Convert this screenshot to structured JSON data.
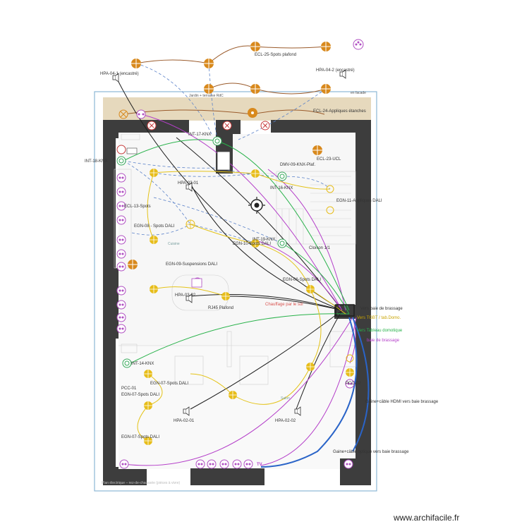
{
  "plan": {
    "labels": {
      "hpa04_1": "HPA-04-1 (encastré)",
      "hpa04_2": "HPA-04-2 (encastré)",
      "ecl25": "ECL-25-Spots plafond",
      "jardin": "Jardin + terrasse RdC",
      "en_facade": "en facade",
      "ecl24": "ECL-24-Appliques étanches",
      "int17": "INT-17-KNX",
      "int18": "INT-18-KNX",
      "dmv": "DMV-09-KNX-Plaf.",
      "ecl23": "ECL-23-UCL",
      "hpa03_01": "HPA-03-01",
      "int16": "INT-16-KNX",
      "egn11": "EGN-11-Appliques DALI",
      "ecl13": "ECL-13-Spots",
      "egn08": "EGN-08 - Spots DALI",
      "int19": "INT-19-KNX",
      "egn10": "EGN-10-Spots DALI",
      "cuisine": "Cuisine",
      "cloison": "Cloison 1/1",
      "egn09": "EGN-09-Suspensions DALI",
      "egn06": "EGN-06-Spots DALI",
      "hpa03_02": "HPA-03-02",
      "rj45": "RJ45 Plafond",
      "chauffage": "Chauffage par le sol",
      "vers_baie": "Vers baie de brassage",
      "vers_tableau_elec": "Vers TGBT / tab.Domo.",
      "vers_tableau_domo": "Vers Tableau domotique",
      "baie_brassage": "baie de brassage",
      "int14": "INT-14-KNX",
      "egn07a": "EGN-07-Spots DALI",
      "pcc01": "PCC-01",
      "egn07b": "EGN-07-Spots DALI",
      "salon": "Salon",
      "pcc02": "PCC-02",
      "hpa02_01": "HPA-02-01",
      "hpa02_02": "HPA-02-02",
      "gaine_hdmi": "Gaine+câble HDMI vers baie brassage",
      "egn07c": "EGN-07-Spots DALI",
      "gaine_optique": "Gaine+câble optique vers baie brassage",
      "tv": "TV",
      "footer_note": "Plan électrique – rez-de-chaussée (pièces à vivre)"
    },
    "colors": {
      "wall": "#3d3d3d",
      "terrace": "#e6d9bd",
      "light_fixture": "#e7bd1a",
      "exterior_fixture": "#d8891d",
      "socket": "#b04fc2",
      "knx_switch": "#37a85b",
      "dashed_blue": "#5b82c9",
      "wire_black": "#1e1e1e",
      "wire_purple": "#b43ec9",
      "wire_green": "#28b24a",
      "wire_yellow": "#e4c318",
      "wire_blue": "#2a64c8",
      "wire_brown": "#9a5a2a",
      "frame_blue": "#8db7d6"
    }
  },
  "watermark": "www.archifacile.fr"
}
